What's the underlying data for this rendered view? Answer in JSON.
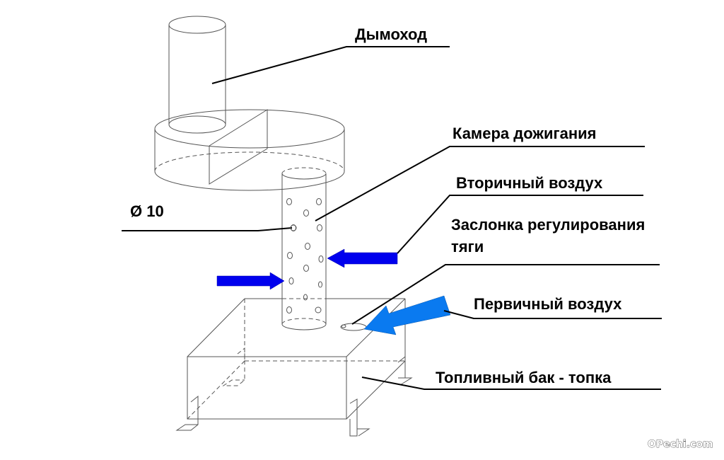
{
  "diagram": {
    "title": "Rocket stove with afterburner chamber",
    "labels": {
      "chimney": "Дымоход",
      "afterburn_chamber": "Камера дожигания",
      "secondary_air": "Вторичный воздух",
      "damper_line1": "Заслонка регулирования",
      "damper_line2": "тяги",
      "primary_air": "Первичный воздух",
      "fuel_tank": "Топливный бак - топка",
      "hole_diameter": "Ø 10"
    },
    "colors": {
      "secondary_air_arrow": "#0000ee",
      "primary_air_arrow": "#0a7af0",
      "lines": "#555555",
      "text": "#000000"
    },
    "watermark": "OPechi.com"
  }
}
